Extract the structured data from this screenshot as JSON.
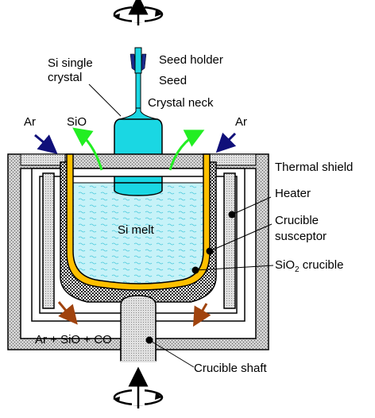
{
  "labels": {
    "si_single_crystal_line1": "Si single",
    "si_single_crystal_line2": "crystal",
    "seed_holder": "Seed holder",
    "seed": "Seed",
    "crystal_neck": "Crystal neck",
    "ar_left": "Ar",
    "sio_left": "SiO",
    "ar_right": "Ar",
    "thermal_shield": "Thermal shield",
    "heater": "Heater",
    "crucible_susceptor_line1": "Crucible",
    "crucible_susceptor_line2": "susceptor",
    "si_melt": "Si melt",
    "sio2_crucible_pre": "SiO",
    "sio2_crucible_sub": "2",
    "sio2_crucible_post": " crucible",
    "exhaust_gas": "Ar + SiO + CO",
    "crucible_shaft": "Crucible shaft"
  },
  "colors": {
    "crystal": "#1ad7e3",
    "melt": "#c6f2f8",
    "crucible": "#ffc000",
    "ar_arrow": "#10107a",
    "sio_arrow": "#22ee22",
    "exhaust_arrow": "#a0430e",
    "insulation": "#d0d0d0"
  },
  "icons": {
    "top_rotation": "rotation-arrow-icon",
    "bottom_rotation": "rotation-arrow-icon",
    "seed_holder": "seed-holder-icon"
  }
}
